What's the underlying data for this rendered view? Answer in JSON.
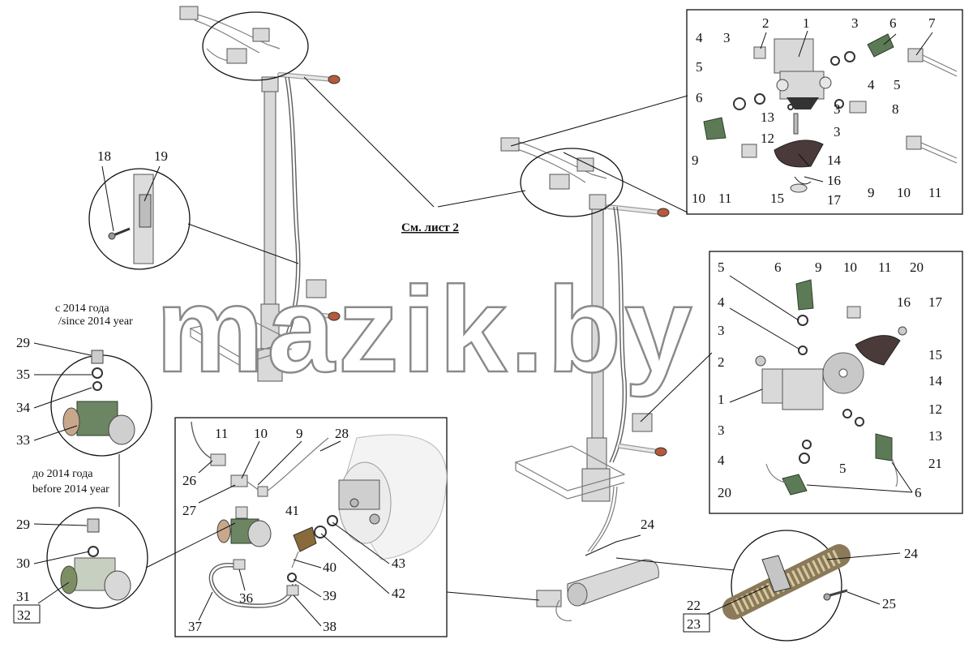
{
  "labels": {
    "top_frame": [
      "1",
      "2",
      "3",
      "3",
      "4",
      "5",
      "6",
      "7",
      "3",
      "4",
      "5",
      "6",
      "13",
      "12",
      "8",
      "3",
      "14",
      "16",
      "15",
      "17",
      "9",
      "10",
      "11",
      "9",
      "10",
      "11"
    ],
    "right_frame": [
      "5",
      "6",
      "9",
      "10",
      "11",
      "20",
      "4",
      "16",
      "17",
      "3",
      "15",
      "2",
      "14",
      "1",
      "12",
      "13",
      "3",
      "21",
      "4",
      "5",
      "20",
      "6"
    ],
    "center_frame": [
      "11",
      "10",
      "9",
      "28",
      "26",
      "27",
      "41",
      "43",
      "42",
      "40",
      "39",
      "38",
      "37",
      "36"
    ],
    "left_circle_top": [
      "29",
      "35",
      "34",
      "33"
    ],
    "left_circle_bottom": [
      "29",
      "30",
      "31",
      "32"
    ],
    "upper_left_circle": [
      "18",
      "19"
    ],
    "lower_right_circle": [
      "24",
      "24",
      "25",
      "22",
      "23"
    ]
  },
  "captions": {
    "since_2014_ru": "с 2014 года",
    "since_2014_en": "/since 2014 year",
    "before_2014_ru": "до 2014 года",
    "before_2014_en": "before 2014 year"
  },
  "see_sheet": "См. лист 2",
  "watermark": "mazik.by",
  "colors": {
    "line": "#111111",
    "part_grey": "#d9d9d9",
    "fitting_green": "#5d7a56",
    "cover_dark": "#4a3a3a",
    "watermark_stroke": "#8a8a8a"
  }
}
